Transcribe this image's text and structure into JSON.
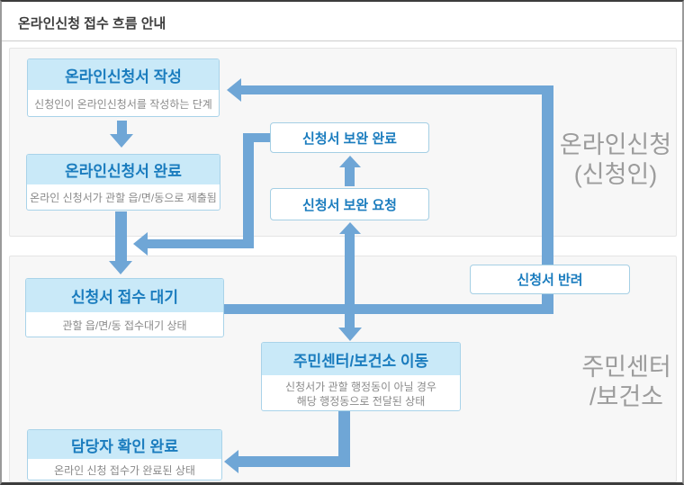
{
  "window": {
    "title": "온라인신청 접수 흐름 안내"
  },
  "colors": {
    "arrow": "#6fa6d6",
    "box_border": "#a9d3e9",
    "box_header_bg": "#c9e9f8",
    "box_title_text": "#1a7cbe",
    "box_subtitle_text": "#8a8a8a",
    "section_label_text": "#9c9c9c",
    "panel_bg": "#f7f7f7"
  },
  "sections": {
    "online": {
      "label_line1": "온라인신청",
      "label_line2": "(신청인)"
    },
    "center": {
      "label_line1": "주민센터",
      "label_line2": "/보건소"
    }
  },
  "nodes": {
    "write": {
      "title": "온라인신청서 작성",
      "subtitle": "신청인이 온라인신청서를 작성하는 단계"
    },
    "complete": {
      "title": "온라인신청서 완료",
      "subtitle": "온라인 신청서가 관할 읍/면/동으로 제출됨"
    },
    "supplement_done": {
      "title": "신청서 보완 완료"
    },
    "supplement_request": {
      "title": "신청서 보완 요청"
    },
    "reject": {
      "title": "신청서 반려"
    },
    "waiting": {
      "title": "신청서 접수 대기",
      "subtitle": "관할 읍/면/동 접수대기 상태"
    },
    "move": {
      "title": "주민센터/보건소 이동",
      "subtitle_line1": "신청서가 관할 행정동이 아닐 경우",
      "subtitle_line2": "해당 행정동으로 전달된 상태"
    },
    "confirmed": {
      "title": "담당자 확인 완료",
      "subtitle": "온라인 신청 접수가 완료된 상태"
    }
  }
}
